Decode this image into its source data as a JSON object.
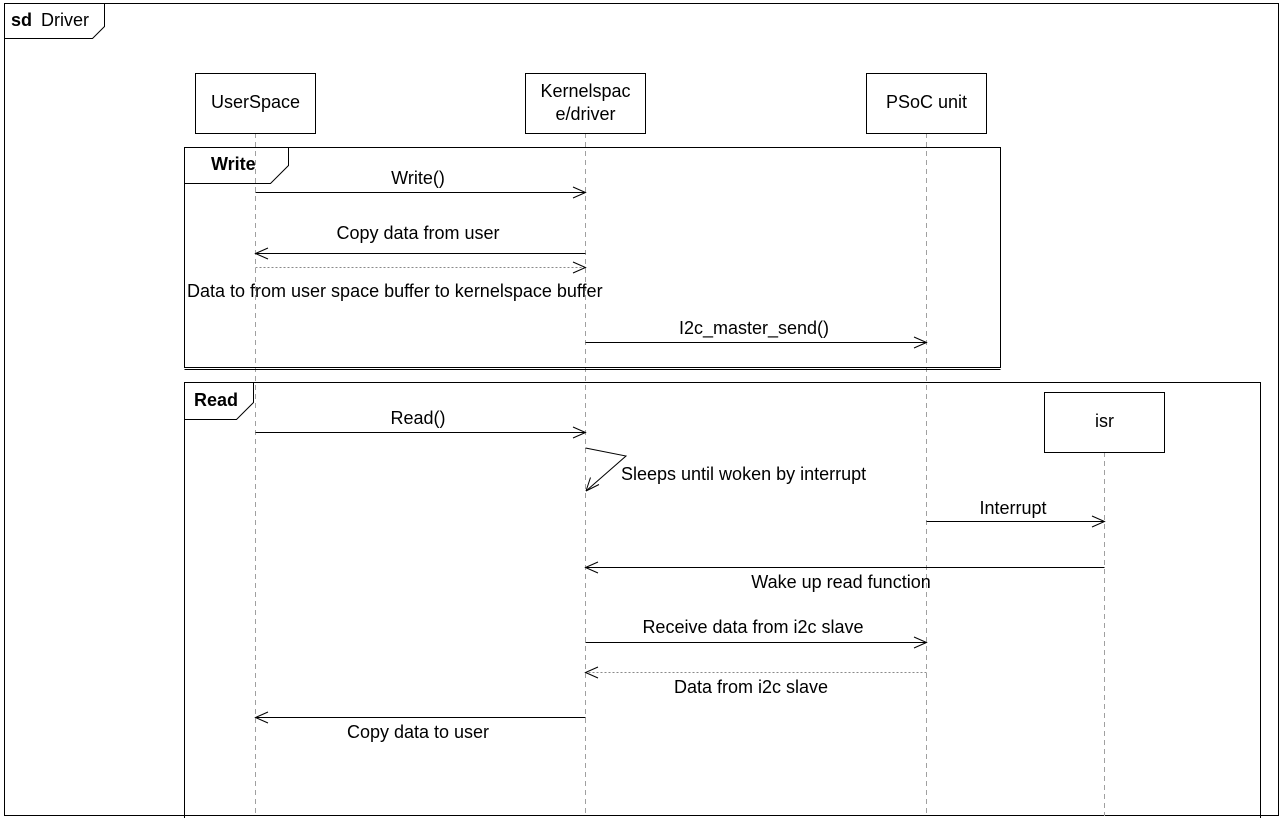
{
  "frame": {
    "keyword": "sd",
    "name": "Driver"
  },
  "lifelines": {
    "userspace": {
      "label": "UserSpace"
    },
    "kernel": {
      "line1": "Kernelspac",
      "line2": "e/driver"
    },
    "psoc": {
      "label": "PSoC unit"
    },
    "isr": {
      "label": "isr"
    }
  },
  "fragments": {
    "write": {
      "label": "Write"
    },
    "read": {
      "label": "Read"
    }
  },
  "messages": {
    "write_call": "Write()",
    "copy_from_user": "Copy data from user",
    "to_kernel_buffer": "Data to from user space buffer to kernelspace buffer",
    "i2c_master_send": "I2c_master_send()",
    "read_call": "Read()",
    "sleeps": "Sleeps until woken by interrupt",
    "interrupt": "Interrupt",
    "wake_up": "Wake up read function",
    "receive_data": "Receive data from i2c slave",
    "data_from_slave": "Data from i2c slave",
    "copy_to_user": "Copy data to user"
  }
}
